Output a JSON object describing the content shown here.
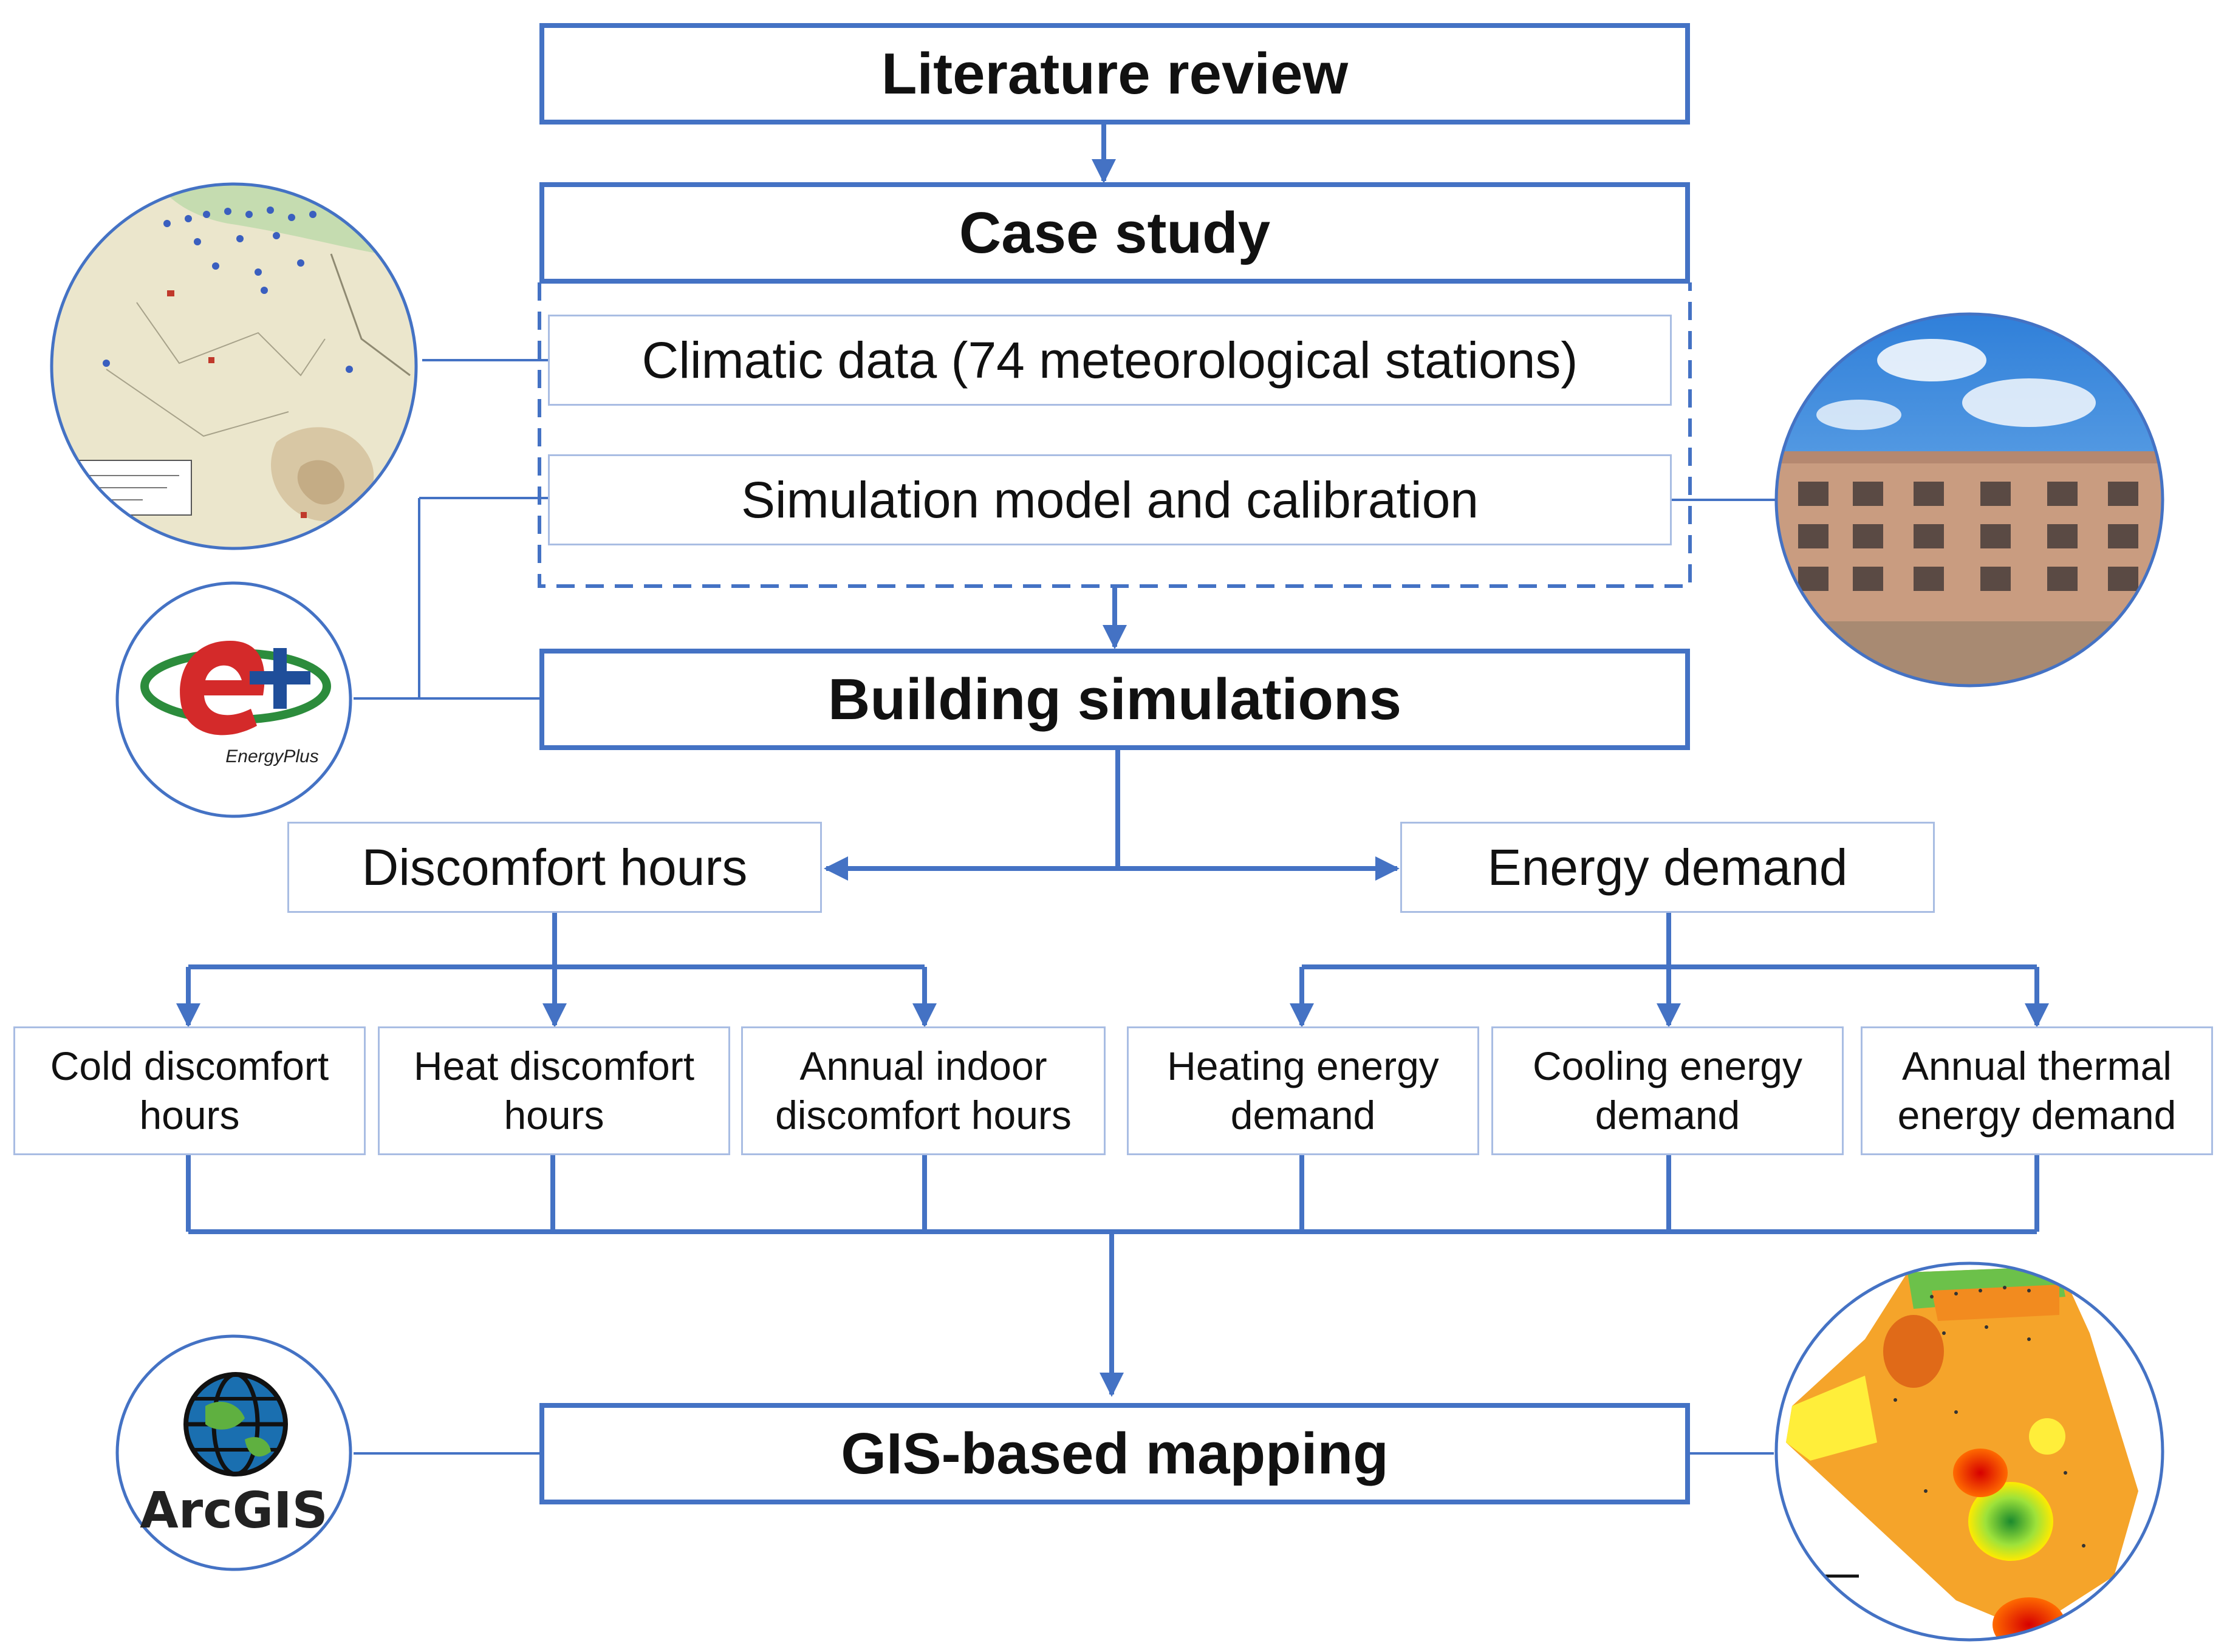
{
  "colors": {
    "accent": "#4472c4",
    "box_border_light": "#a9bde3",
    "text": "#111111"
  },
  "boxes": {
    "literature_review": "Literature review",
    "case_study": "Case study",
    "climatic_data": "Climatic data (74 meteorological stations)",
    "simulation_model": "Simulation model and calibration",
    "building_simulations": "Building simulations",
    "discomfort_hours": "Discomfort hours",
    "energy_demand": "Energy demand",
    "gis_mapping": "GIS-based mapping"
  },
  "discomfort_outputs": [
    {
      "line1": "Cold discomfort",
      "line2": "hours"
    },
    {
      "line1": "Heat discomfort",
      "line2": "hours"
    },
    {
      "line1": "Annual indoor",
      "line2": "discomfort hours"
    }
  ],
  "energy_outputs": [
    {
      "line1": "Heating energy",
      "line2": "demand"
    },
    {
      "line1": "Cooling energy",
      "line2": "demand"
    },
    {
      "line1": "Annual thermal",
      "line2": "energy demand"
    }
  ],
  "icons": {
    "station_map": "algeria-station-map-icon",
    "building_photo": "residential-building-photo-icon",
    "energyplus": {
      "name": "energyplus-logo-icon",
      "label": "EnergyPlus"
    },
    "arcgis": {
      "name": "arcgis-logo-icon",
      "label": "ArcGIS"
    },
    "result_map": "gis-result-map-icon"
  }
}
